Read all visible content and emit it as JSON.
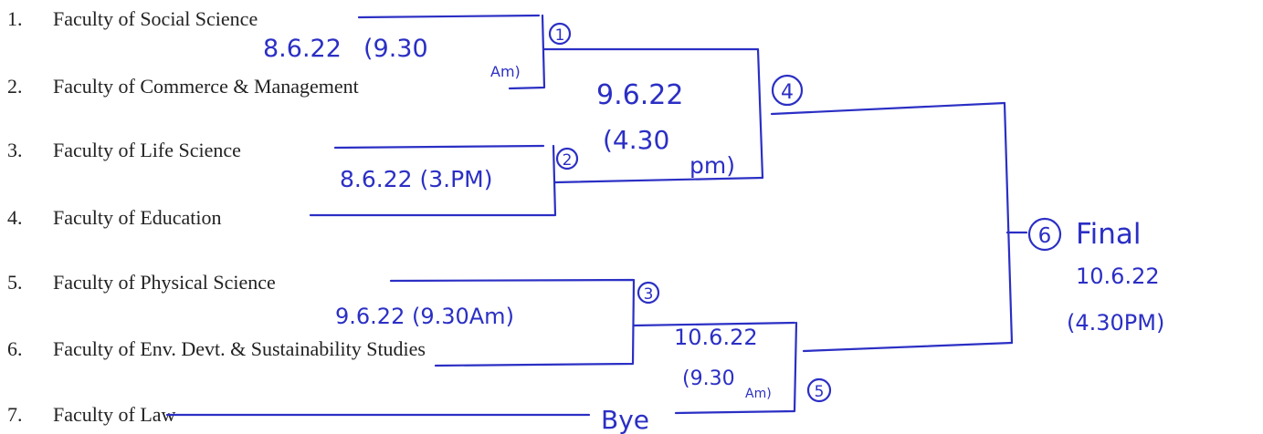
{
  "faculties": [
    {
      "number": "1.",
      "name": "Faculty of Social Science"
    },
    {
      "number": "2.",
      "name": "Faculty of Commerce & Management"
    },
    {
      "number": "3.",
      "name": "Faculty of Life Science"
    },
    {
      "number": "4.",
      "name": "Faculty of Education"
    },
    {
      "number": "5.",
      "name": "Faculty of Physical Science"
    },
    {
      "number": "6.",
      "name": "Faculty of Env. Devt. & Sustainability Studies"
    },
    {
      "number": "7.",
      "name": "Faculty of Law"
    }
  ],
  "matches": {
    "m1": {
      "label": "1",
      "date": "8.6.22",
      "time": "(9.30",
      "ampm": "Am)"
    },
    "m2": {
      "label": "2",
      "date": "8.6.22 (3.PM)"
    },
    "m3": {
      "label": "3",
      "date": "9.6.22 (9.30Am)"
    },
    "m4": {
      "label": "4",
      "date": "9.6.22",
      "time": "(4.30",
      "ampm": "pm)"
    },
    "m5": {
      "label": "5",
      "date": "10.6.22",
      "time": "(9.30",
      "ampm": "Am)"
    },
    "m6": {
      "label": "6",
      "title": "Final",
      "date": "10.6.22",
      "time": "(4.30PM)"
    }
  },
  "bye_label": "Bye",
  "ink_color": "#2b2fc4"
}
